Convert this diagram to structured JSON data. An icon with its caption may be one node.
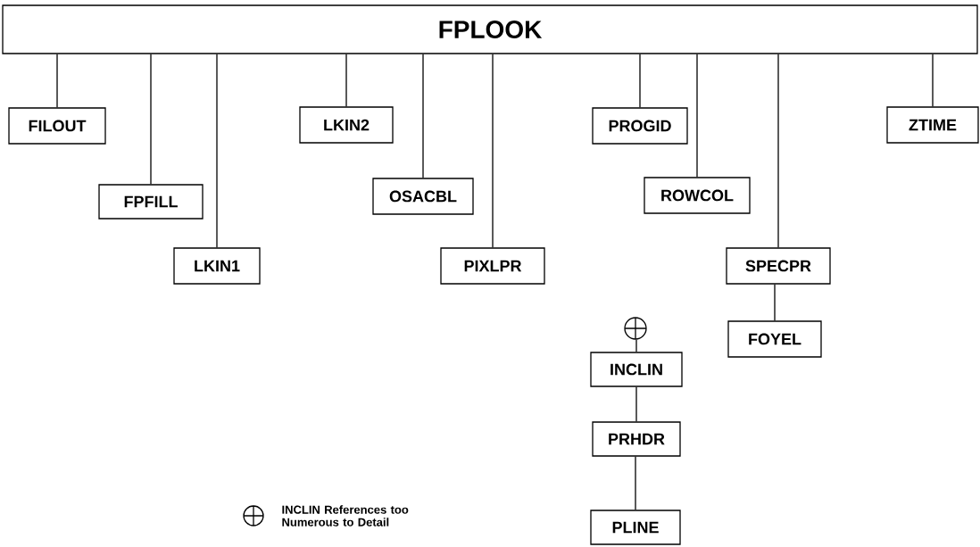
{
  "diagram": {
    "nodes": [
      {
        "text": [
          "FPLOOK"
        ]
      },
      {
        "text": [
          "FILOUT"
        ]
      },
      {
        "text": [
          "FPFILL"
        ]
      },
      {
        "text": [
          "LKIN1"
        ]
      },
      {
        "text": [
          "LKIN2"
        ]
      },
      {
        "text": [
          "OSACBL"
        ]
      },
      {
        "text": [
          "PIXLPR"
        ]
      },
      {
        "text": [
          "PROGID"
        ]
      },
      {
        "text": [
          "ROWCOL"
        ]
      },
      {
        "text": [
          "SPECPR"
        ]
      },
      {
        "text": [
          "ZTIME"
        ]
      },
      {
        "text": [],
        "shape": "circle"
      },
      {
        "text": [
          "INCLIN"
        ]
      },
      {
        "text": [
          "FOYEL"
        ]
      },
      {
        "text": [
          "PRHDR"
        ]
      },
      {
        "text": [
          "PLINE"
        ]
      }
    ],
    "edges": [
      {
        "from": 0,
        "to": 1,
        "arrow": "none"
      },
      {
        "from": 0,
        "to": 2,
        "arrow": "none"
      },
      {
        "from": 0,
        "to": 3,
        "arrow": "none"
      },
      {
        "from": 0,
        "to": 4,
        "arrow": "none"
      },
      {
        "from": 0,
        "to": 5,
        "arrow": "none"
      },
      {
        "from": 0,
        "to": 6,
        "arrow": "none"
      },
      {
        "from": 0,
        "to": 7,
        "arrow": "none"
      },
      {
        "from": 0,
        "to": 8,
        "arrow": "none"
      },
      {
        "from": 0,
        "to": 9,
        "arrow": "none"
      },
      {
        "from": 0,
        "to": 10,
        "arrow": "none"
      },
      {
        "from": 9,
        "to": 13,
        "arrow": "none"
      },
      {
        "from": 11,
        "to": 12,
        "arrow": "none"
      },
      {
        "from": 12,
        "to": 14,
        "arrow": "none"
      },
      {
        "from": 14,
        "to": 15,
        "arrow": "none"
      }
    ],
    "labels": [
      "INCLIN References too Numerous to Detail"
    ]
  }
}
